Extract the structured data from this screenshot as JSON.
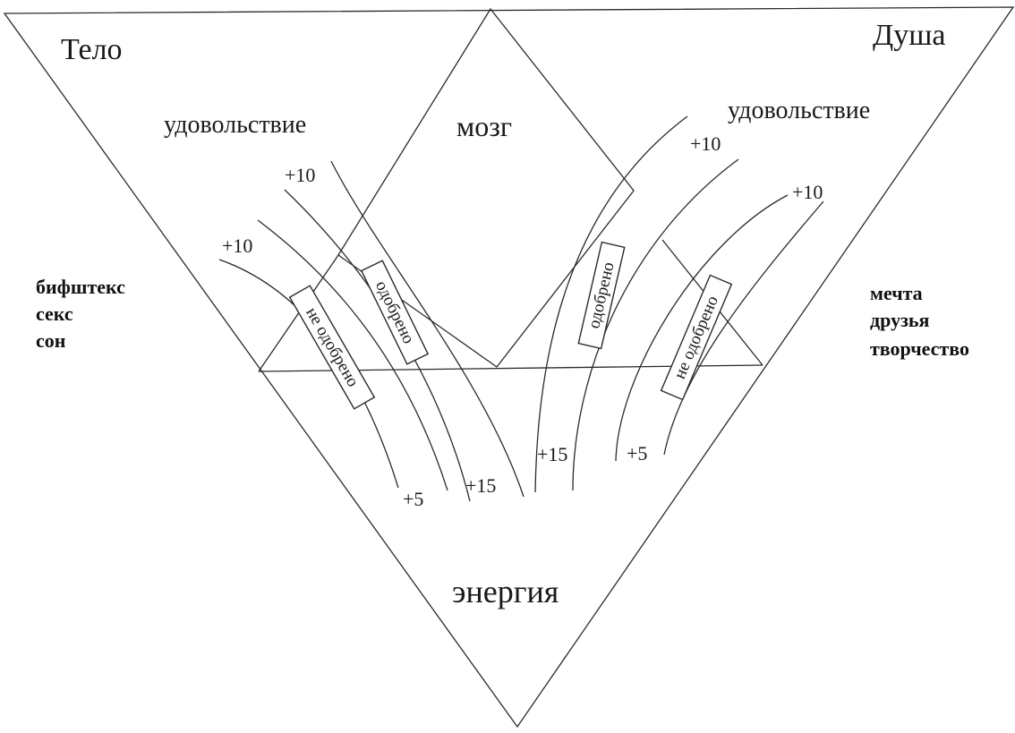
{
  "labels": {
    "body": "Тело",
    "soul": "Душа",
    "brain": "мозг",
    "energy": "энергия",
    "pleasure_left": "удовольствие",
    "pleasure_right": "удовольствие"
  },
  "body_needs": [
    "бифштекс",
    "секс",
    "сон"
  ],
  "soul_needs": [
    "мечта",
    "друзья",
    "творчество"
  ],
  "streams": {
    "left_outer": {
      "status": "не одобрено",
      "start": "+10",
      "end": "+5"
    },
    "left_inner": {
      "status": "одобрено",
      "start": "+10",
      "end": "+15"
    },
    "right_inner": {
      "status": "одобрено",
      "start": "+10",
      "end": "+15"
    },
    "right_outer": {
      "status": "не одобрено",
      "start": "+10",
      "end": "+5"
    }
  },
  "colors": {
    "ink": "#2a2a2a",
    "background": "#ffffff"
  }
}
